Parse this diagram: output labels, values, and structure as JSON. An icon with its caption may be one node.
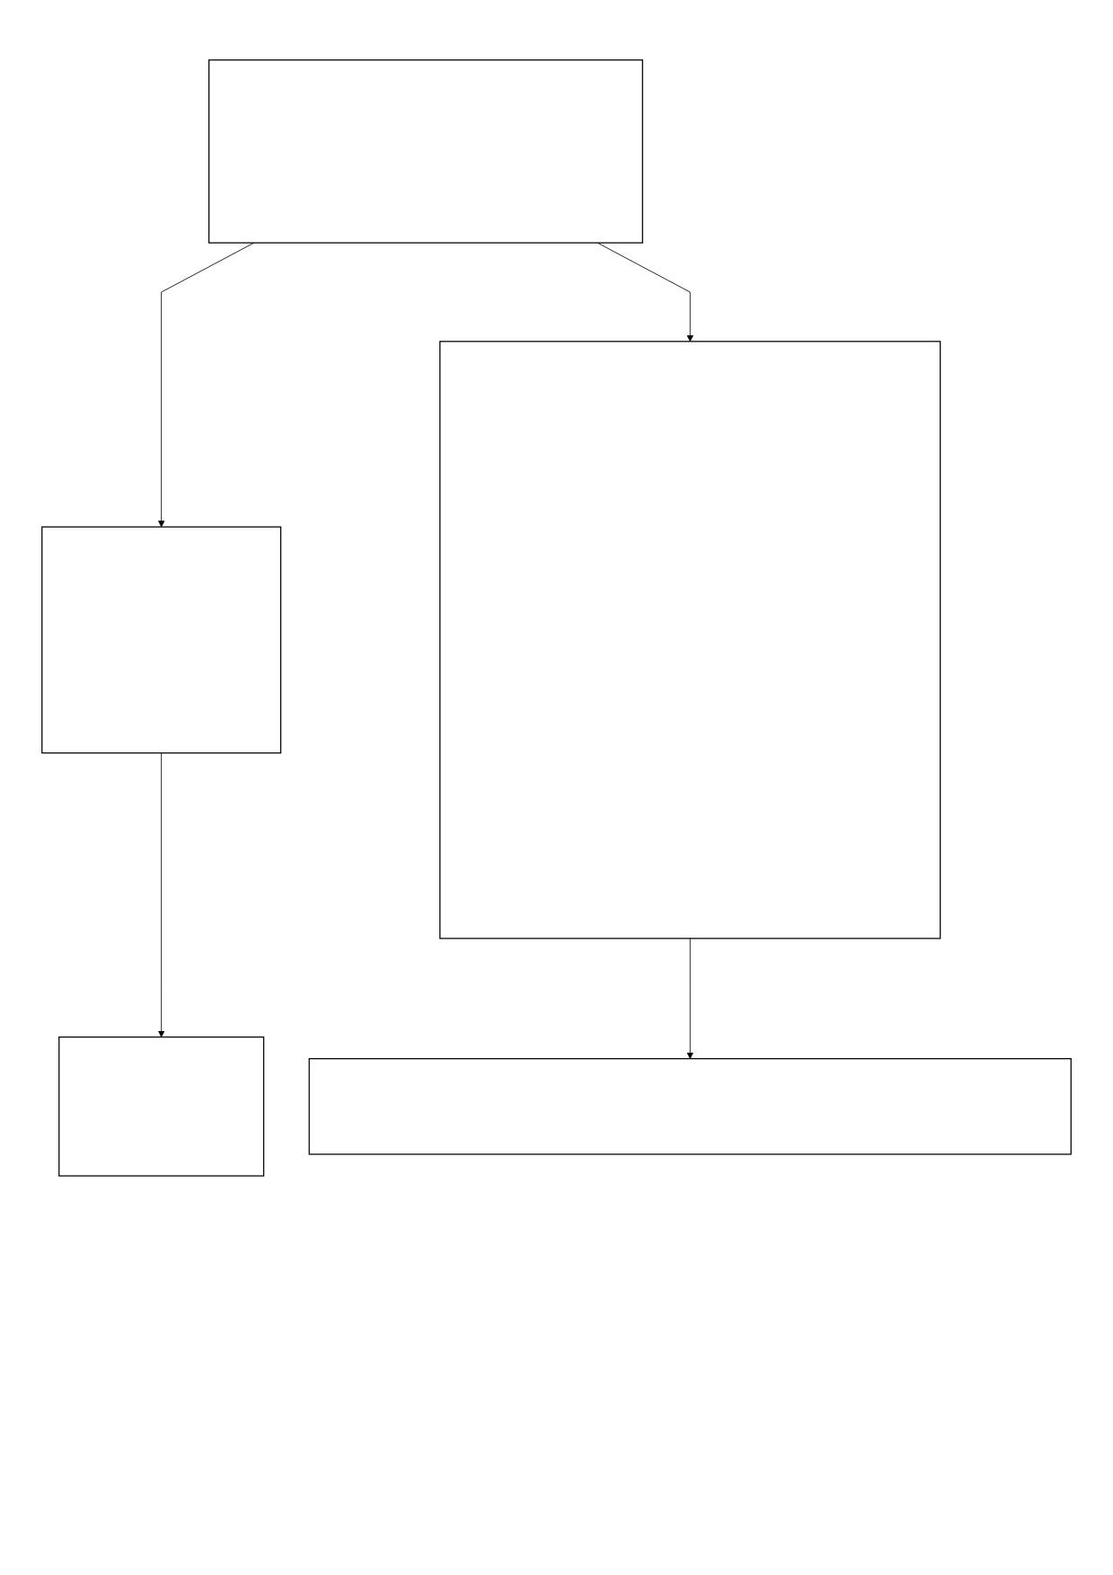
{
  "diagram": {
    "nodes": [
      {
        "text": [],
        "shape": "box"
      },
      {
        "text": [],
        "shape": "box"
      },
      {
        "text": [],
        "shape": "box"
      },
      {
        "text": [],
        "shape": "box"
      },
      {
        "text": [],
        "shape": "box"
      }
    ],
    "edges": [
      {
        "from": 0,
        "to": 1,
        "arrow": "to"
      },
      {
        "from": 0,
        "to": 2,
        "arrow": "to"
      },
      {
        "from": 1,
        "to": 3,
        "arrow": "to"
      },
      {
        "from": 2,
        "to": 4,
        "arrow": "to"
      }
    ]
  }
}
